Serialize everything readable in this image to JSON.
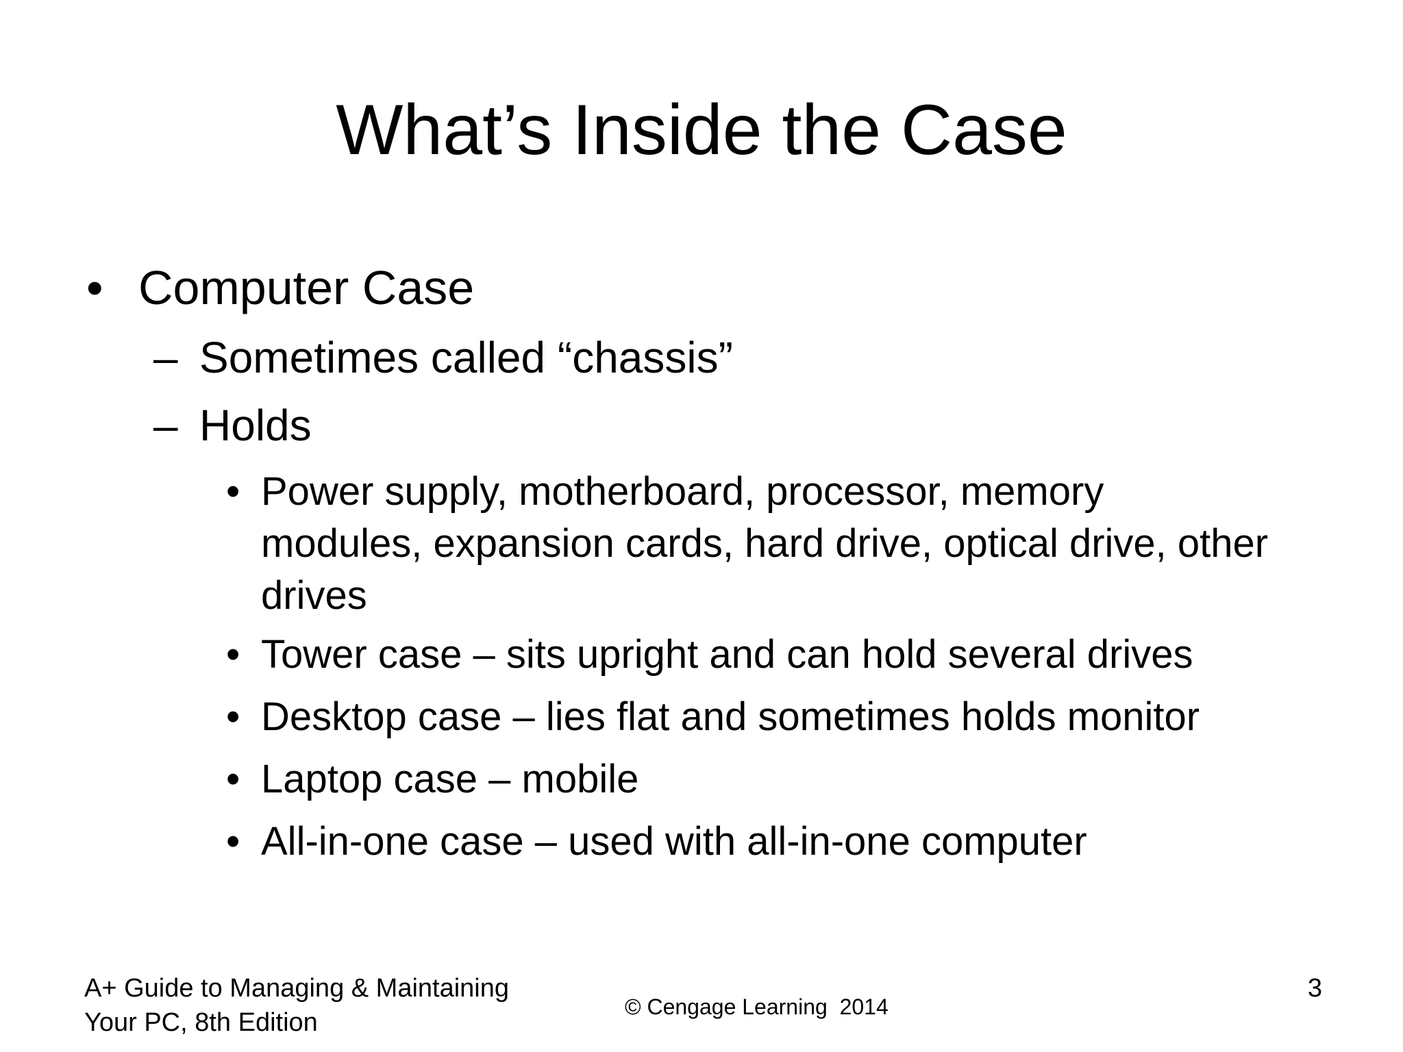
{
  "slide": {
    "title": "What’s Inside the Case",
    "bullets": [
      {
        "level": 1,
        "marker": "•",
        "text": "Computer Case"
      },
      {
        "level": 2,
        "marker": "–",
        "text": "Sometimes called “chassis”"
      },
      {
        "level": 2,
        "marker": "–",
        "text": "Holds"
      },
      {
        "level": 3,
        "marker": "•",
        "text": "Power supply, motherboard, processor, memory modules, expansion cards, hard drive, optical drive, other drives"
      },
      {
        "level": 3,
        "marker": "•",
        "text": "Tower case – sits upright and can hold several drives"
      },
      {
        "level": 3,
        "marker": "•",
        "text": "Desktop case – lies flat and sometimes holds monitor"
      },
      {
        "level": 3,
        "marker": "•",
        "text": "Laptop case – mobile"
      },
      {
        "level": 3,
        "marker": "•",
        "text": "All-in-one case – used with all-in-one computer"
      }
    ]
  },
  "footer": {
    "left_line1": "A+ Guide to Managing & Maintaining",
    "left_line2": "Your PC, 8th Edition",
    "center": "© Cengage Learning  2014",
    "page_number": "3"
  }
}
